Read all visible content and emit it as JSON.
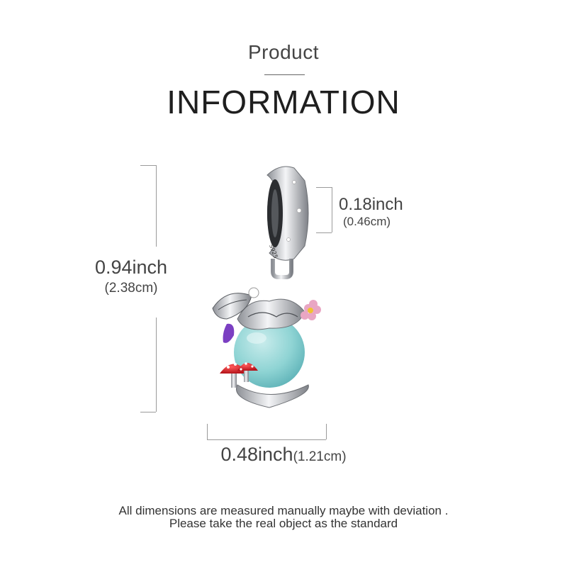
{
  "header": {
    "subtitle": "Product",
    "title": "INFORMATION"
  },
  "dimensions": {
    "height": {
      "inch": "0.94inch",
      "cm": "(2.38cm)"
    },
    "bail": {
      "inch": "0.18inch",
      "cm": "(0.46cm)"
    },
    "width": {
      "inch": "0.48inch",
      "cm": "(1.21cm)"
    }
  },
  "product": {
    "stamp": "S925"
  },
  "footer": {
    "line1": "All dimensions are measured manually maybe with deviation .",
    "line2": "Please take the real object as the standard"
  },
  "colors": {
    "silver": "#c9ccd1",
    "globe": "#8fd4d4",
    "mushroom": "#d8232a",
    "wing": "#7b3fc2",
    "flower": "#e9a6c3"
  }
}
